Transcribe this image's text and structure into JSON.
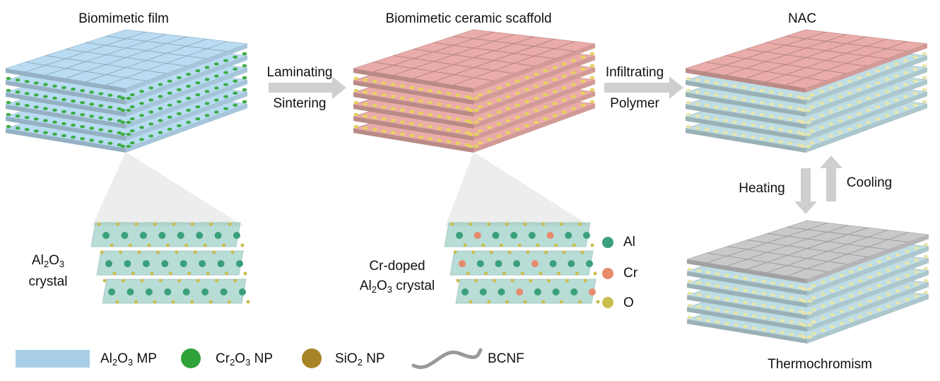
{
  "titles": {
    "film": "Biomimetic film",
    "scaffold": "Biomimetic ceramic scaffold",
    "nac": "NAC",
    "thermo": "Thermochromism"
  },
  "steps": {
    "step1_line1": "Laminating",
    "step1_line2": "Sintering",
    "step2_line1": "Infiltrating",
    "step2_line2": "Polymer",
    "heating": "Heating",
    "cooling": "Cooling"
  },
  "crystal1": {
    "p1": "Al",
    "s1": "2",
    "p2": "O",
    "s2": "3",
    "line2": "crystal"
  },
  "crystal2": {
    "line1": "Cr-doped",
    "p1": "Al",
    "s1": "2",
    "p2": "O",
    "s2": "3",
    "p3": " crystal"
  },
  "atoms": [
    {
      "label": "Al",
      "color": "#3aa07c"
    },
    {
      "label": "Cr",
      "color": "#e88a6c"
    },
    {
      "label": "O",
      "color": "#c9bd4e"
    }
  ],
  "legend": {
    "mp": {
      "p1": "Al",
      "s1": "2",
      "p2": "O",
      "s2": "3",
      "p3": " MP",
      "color": "#a9cfe6"
    },
    "cr": {
      "p1": "Cr",
      "s1": "2",
      "p2": "O",
      "s2": "3",
      "p3": " NP",
      "color": "#2fa33a"
    },
    "si": {
      "p1": "SiO",
      "s1": "2",
      "p3": " NP",
      "color": "#a88428"
    },
    "bcnf": {
      "label": "BCNF",
      "color": "#999999"
    }
  },
  "colors": {
    "film_top": "#b9dcf3",
    "scaffold_top": "#e9aca9",
    "gray_top": "#c9c9cc",
    "crystal": "#8ac6bb",
    "arrow": "#cfcfcf"
  }
}
